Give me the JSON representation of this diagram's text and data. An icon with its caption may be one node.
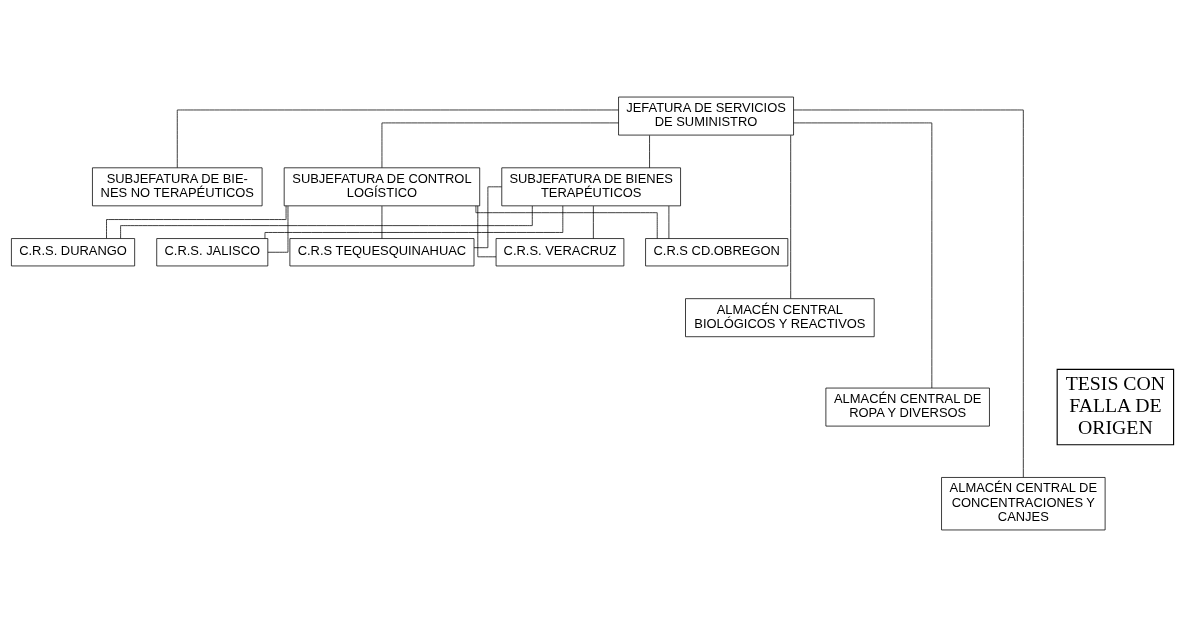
{
  "diagram": {
    "nodes": [
      {
        "text": [
          "JEFATURA DE SERVICIOS DE SUMINISTRO"
        ]
      },
      {
        "text": [
          "SUBJEFATURA DE BIE- NES NO TERAPÉUTICOS"
        ]
      },
      {
        "text": [
          "SUBJEFATURA DE CONTROL LOGÍSTICO"
        ]
      },
      {
        "text": [
          "SUBJEFATURA DE BIENES TERAPÉUTICOS"
        ]
      },
      {
        "text": [
          "C.R.S. DURANGO"
        ]
      },
      {
        "text": [
          "C.R.S. JALISCO"
        ]
      },
      {
        "text": [
          "C.R.S TEQUESQUINAHUAC"
        ]
      },
      {
        "text": [
          "C.R.S. VERACRUZ"
        ]
      },
      {
        "text": [
          "C.R.S CD.OBREGON"
        ]
      },
      {
        "text": [
          "ALMACÉN CENTRAL BIOLÓGICOS Y REACTIVOS"
        ]
      },
      {
        "text": [
          "ALMACÉN CENTRAL DE ROPA Y DIVERSOS"
        ]
      },
      {
        "text": [
          "ALMACÉN CENTRAL DE CONCENTRACIONES Y CANJES"
        ]
      },
      {
        "text": [
          "TESIS CON FALLA DE ORIGEN"
        ]
      }
    ],
    "edges": [
      {
        "from": 0,
        "to": 1,
        "arrow": "none"
      },
      {
        "from": 0,
        "to": 2,
        "arrow": "none"
      },
      {
        "from": 0,
        "to": 3,
        "arrow": "none"
      },
      {
        "from": 2,
        "to": 4,
        "arrow": "none"
      },
      {
        "from": 2,
        "to": 5,
        "arrow": "none"
      },
      {
        "from": 2,
        "to": 6,
        "arrow": "none"
      },
      {
        "from": 2,
        "to": 7,
        "arrow": "none"
      },
      {
        "from": 2,
        "to": 8,
        "arrow": "none"
      },
      {
        "from": 3,
        "to": 4,
        "arrow": "none"
      },
      {
        "from": 3,
        "to": 5,
        "arrow": "none"
      },
      {
        "from": 3,
        "to": 6,
        "arrow": "none"
      },
      {
        "from": 3,
        "to": 7,
        "arrow": "none"
      },
      {
        "from": 3,
        "to": 8,
        "arrow": "none"
      },
      {
        "from": 0,
        "to": 9,
        "arrow": "none"
      },
      {
        "from": 0,
        "to": 10,
        "arrow": "none"
      },
      {
        "from": 0,
        "to": 11,
        "arrow": "none"
      }
    ]
  }
}
